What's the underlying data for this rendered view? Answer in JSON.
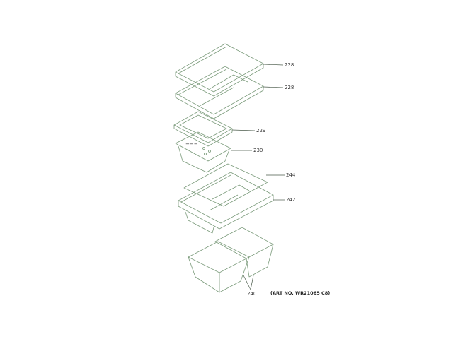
{
  "diagram": {
    "parts": [
      {
        "label": "228"
      },
      {
        "label": "228"
      },
      {
        "label": "229"
      },
      {
        "label": "230"
      },
      {
        "label": "244"
      },
      {
        "label": "242"
      },
      {
        "label": "240"
      }
    ],
    "art_number": "(ART NO. WR21065 C8)",
    "line_color": "#7a9a7a"
  }
}
